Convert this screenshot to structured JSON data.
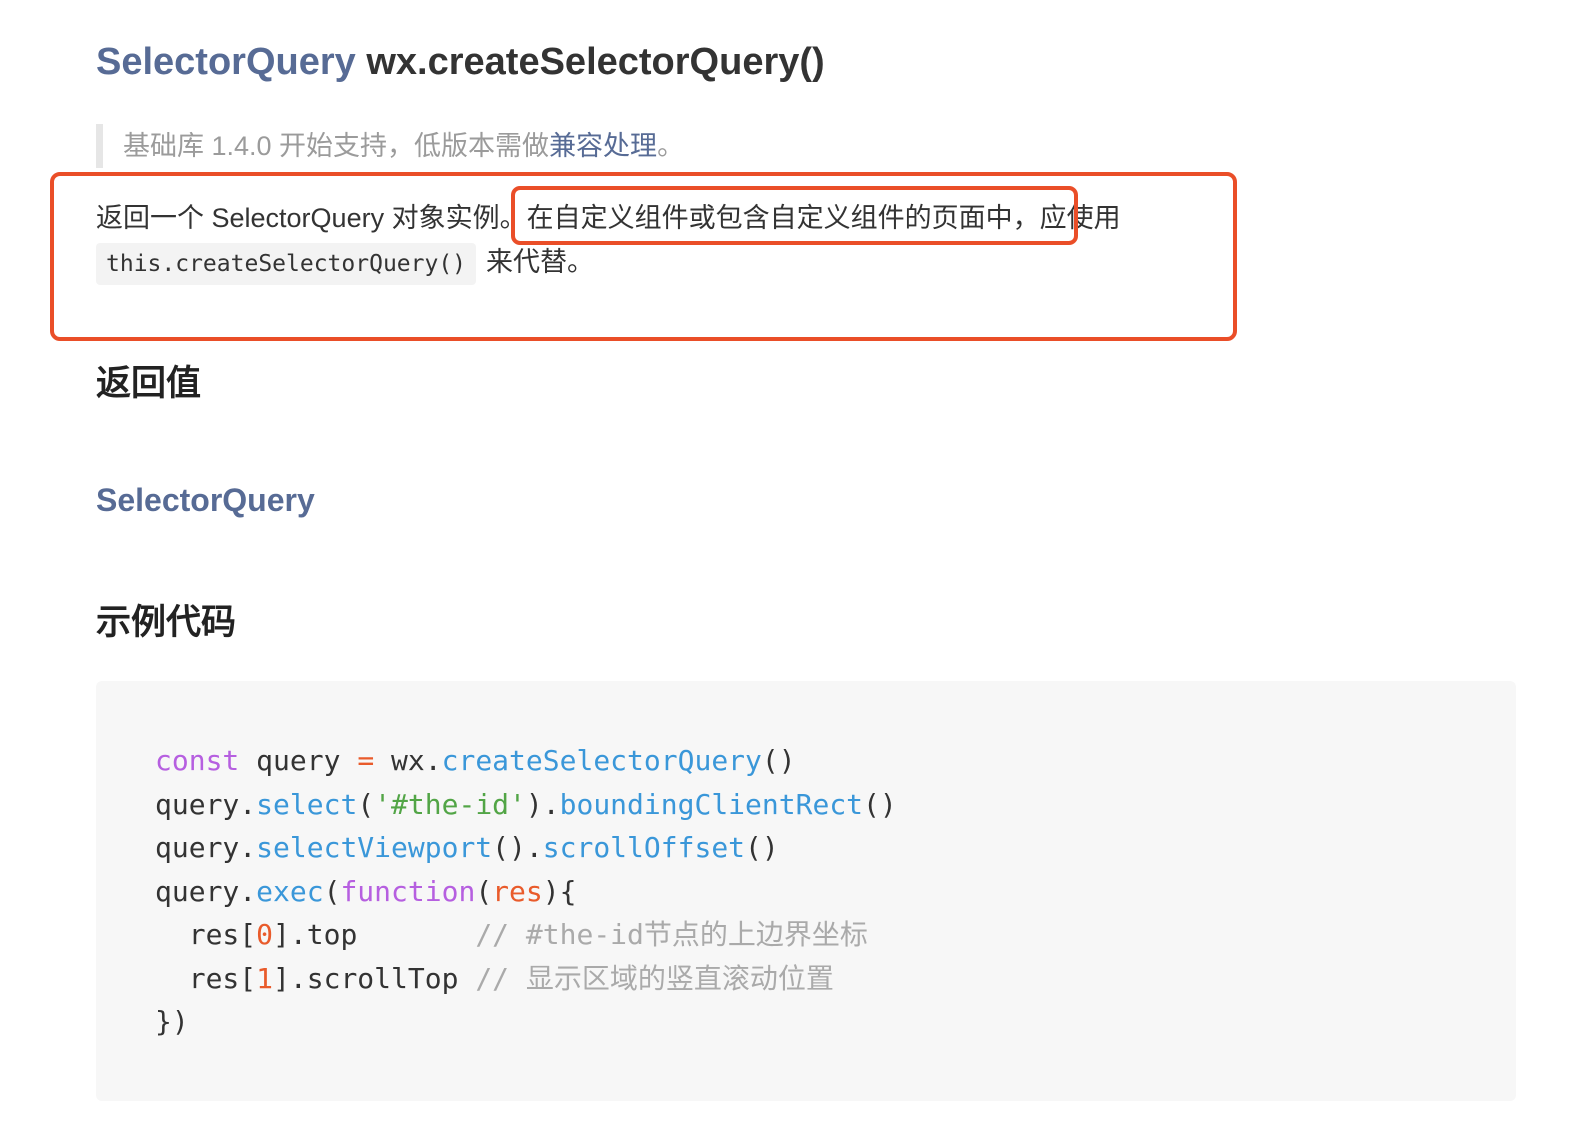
{
  "header": {
    "type_name": "SelectorQuery",
    "signature": "wx.createSelectorQuery()"
  },
  "tip": {
    "prefix": "基础库 1.4.0 开始支持，低版本需做",
    "link": "兼容处理",
    "suffix": "。"
  },
  "description": {
    "line1_a": "返回一个 SelectorQuery 对象实例",
    "line1_b": "。在自定义组件或包含自定义组件的页面中，",
    "line1_c": "应使用",
    "code": "this.createSelectorQuery()",
    "line2_suffix": "来代替。"
  },
  "return_section": {
    "heading": "返回值",
    "type_link": "SelectorQuery"
  },
  "example_section": {
    "heading": "示例代码"
  },
  "code": {
    "l1": {
      "kw": "const",
      "a": " query ",
      "op": "=",
      "b": " wx.",
      "fn": "createSelectorQuery",
      "c": "()"
    },
    "l2": {
      "a": "query.",
      "fn1": "select",
      "b": "(",
      "str": "'#the-id'",
      "c": ").",
      "fn2": "boundingClientRect",
      "d": "()"
    },
    "l3": {
      "a": "query.",
      "fn1": "selectViewport",
      "b": "().",
      "fn2": "scrollOffset",
      "c": "()"
    },
    "l4": {
      "a": "query.",
      "fn": "exec",
      "b": "(",
      "kw": "function",
      "c": "(",
      "param": "res",
      "d": "){"
    },
    "l5": {
      "a": "  res[",
      "num": "0",
      "b": "].top       ",
      "cm": "// #the-id节点的上边界坐标"
    },
    "l6": {
      "a": "  res[",
      "num": "1",
      "b": "].scrollTop ",
      "cm": "// 显示区域的竖直滚动位置"
    },
    "l7": {
      "a": "})"
    }
  },
  "colors": {
    "link": "#576b95",
    "annotation": "#ea4e28",
    "keyword": "#b65fe0",
    "function": "#3a97d9",
    "string": "#52a546",
    "number": "#e95b2b",
    "comment": "#aaaaaa"
  }
}
